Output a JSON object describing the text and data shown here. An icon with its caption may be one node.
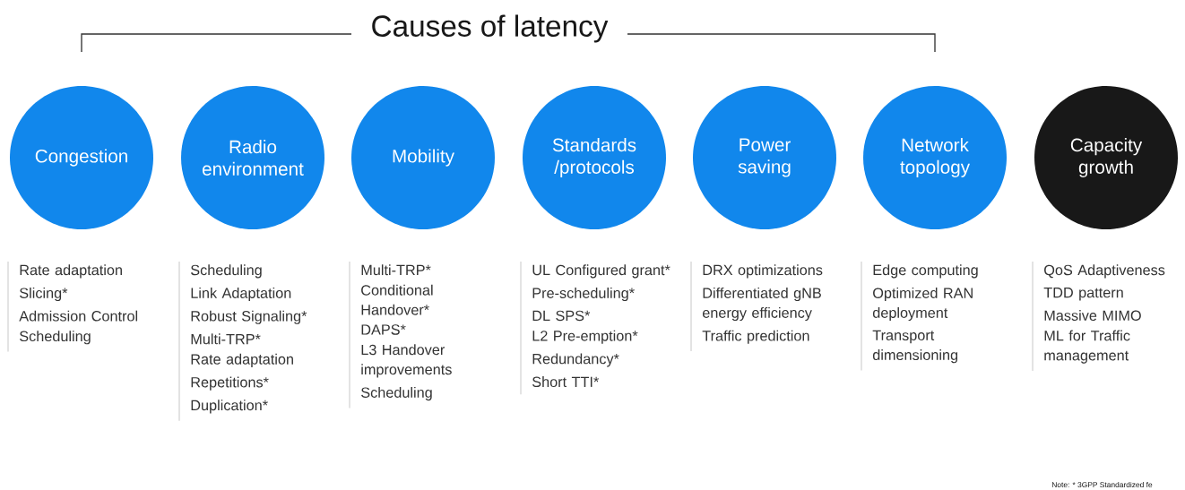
{
  "diagram": {
    "title": "Causes of latency",
    "nodes": [
      {
        "text": [
          "Congestion"
        ],
        "beside": [
          "Rate adaptation",
          "Slicing*",
          "Admission Control",
          "Scheduling"
        ]
      },
      {
        "text": [
          "Radio environment"
        ],
        "beside": [
          "Scheduling",
          "Link Adaptation",
          "Robust Signaling*",
          "Multi-TRP*",
          "Rate adaptation",
          "Repetitions*",
          "Duplication*"
        ]
      },
      {
        "text": [
          "Mobility"
        ],
        "beside": [
          "Multi-TRP*",
          "Conditional Handover*",
          "DAPS*",
          "L3 Handover improvements",
          "Scheduling"
        ]
      },
      {
        "text": [
          "Standards /protocols"
        ],
        "beside": [
          "UL Configured grant*",
          "Pre-scheduling*",
          "DL SPS*",
          "L2 Pre-emption*",
          "Redundancy*",
          "Short TTI*"
        ]
      },
      {
        "text": [
          "Power saving"
        ],
        "beside": [
          "DRX optimizations",
          "Differentiated gNB energy efficiency",
          "Traffic prediction"
        ]
      },
      {
        "text": [
          "Network topology"
        ],
        "beside": [
          "Edge computing",
          "Optimized RAN deployment",
          "Transport dimensioning"
        ]
      },
      {
        "text": [
          "Capacity growth"
        ],
        "beside": [
          "QoS Adaptiveness",
          "TDD pattern",
          "Massive MIMO",
          "ML for Traffic management"
        ]
      }
    ],
    "labels": [
      "Note: * 3GPP Standardized fe"
    ]
  }
}
